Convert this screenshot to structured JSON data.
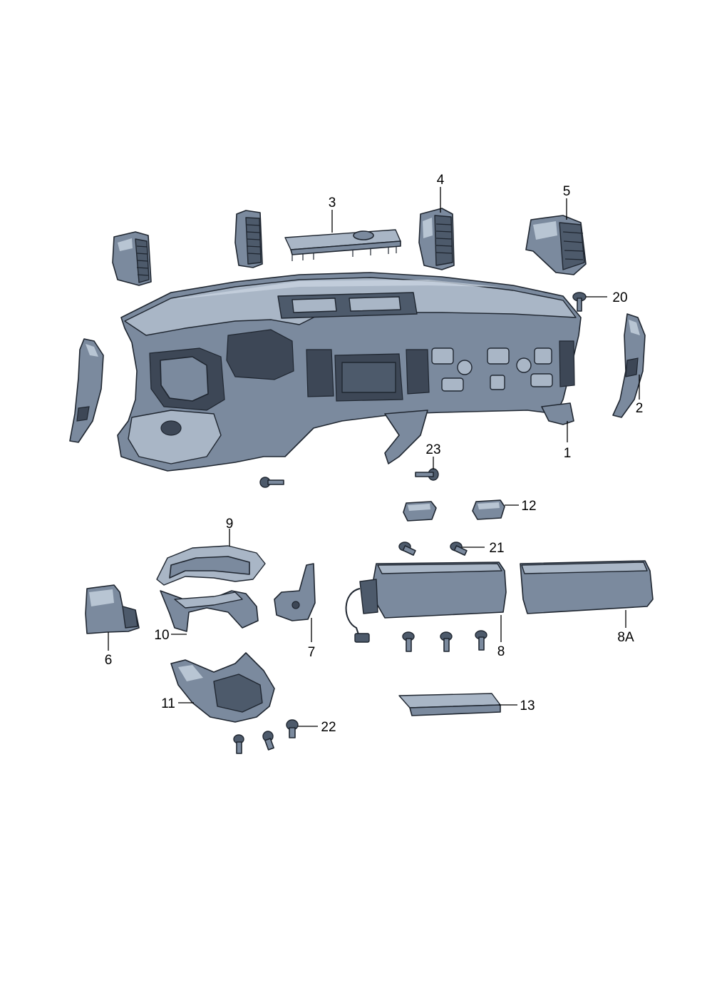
{
  "callouts": {
    "c1": "1",
    "c2": "2",
    "c3": "3",
    "c4": "4",
    "c5": "5",
    "c6": "6",
    "c7": "7",
    "c8": "8",
    "c8a": "8A",
    "c9": "9",
    "c10": "10",
    "c11": "11",
    "c12": "12",
    "c13": "13",
    "c20": "20",
    "c21": "21",
    "c22": "22",
    "c23": "23"
  }
}
